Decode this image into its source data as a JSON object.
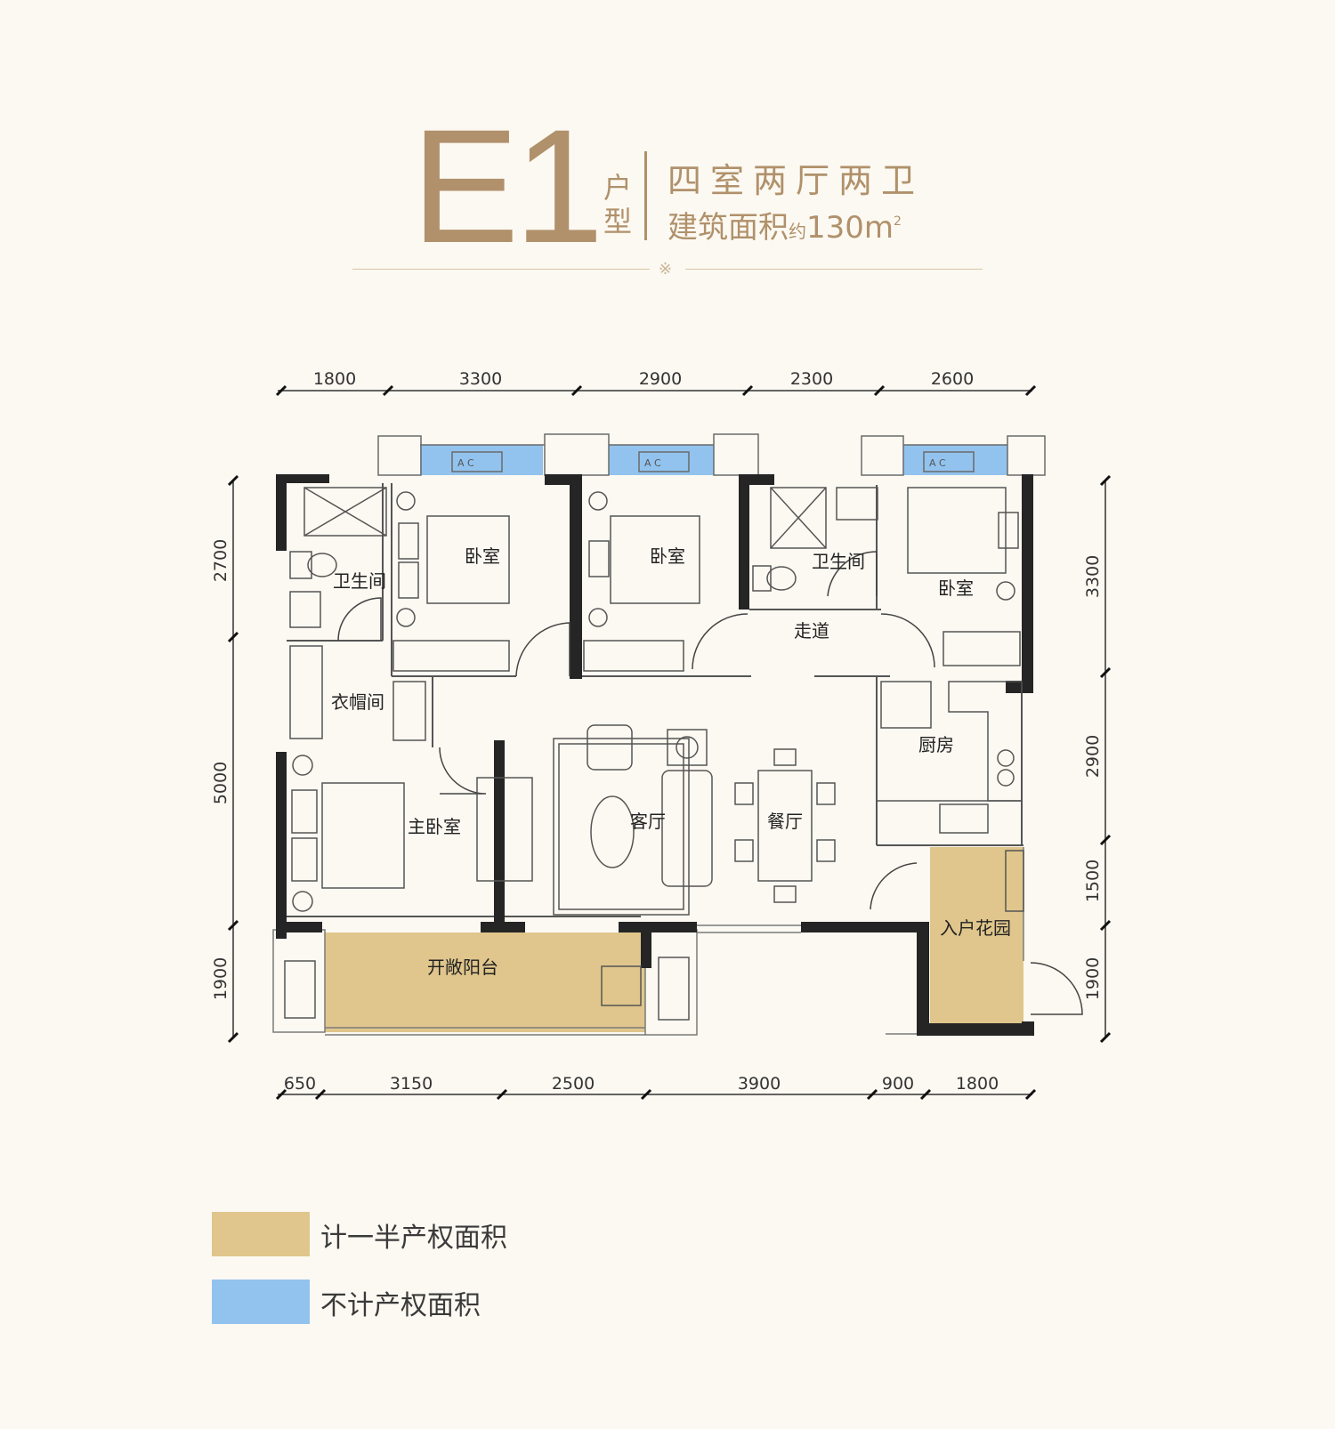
{
  "header": {
    "code": "E1",
    "type_label": "户型",
    "layout": "四室两厅两卫",
    "area_label": "建筑面积",
    "area_approx": "约",
    "area_value": "130m",
    "area_unit_sup": "2",
    "divider_glyph": "※"
  },
  "dimensions": {
    "top": [
      "1800",
      "3300",
      "2900",
      "2300",
      "2600"
    ],
    "bottom": [
      "650",
      "3150",
      "2500",
      "3900",
      "900",
      "1800"
    ],
    "left": [
      "2700",
      "5000",
      "1900"
    ],
    "right": [
      "3300",
      "2900",
      "1500",
      "1900"
    ]
  },
  "rooms": {
    "bathroom_left": "卫生间",
    "bedroom_1": "卧室",
    "bedroom_2": "卧室",
    "bathroom_right": "卫生间",
    "bedroom_3": "卧室",
    "corridor": "走道",
    "closet": "衣帽间",
    "master_bedroom": "主卧室",
    "living_room": "客厅",
    "dining_room": "餐厅",
    "kitchen": "厨房",
    "entry_garden": "入户花园",
    "balcony": "开敞阳台"
  },
  "window_tag": "A  C",
  "legend": [
    {
      "color": "#e0c68c",
      "label": "计一半产权面积"
    },
    {
      "color": "#92c3ee",
      "label": "不计产权面积"
    }
  ],
  "colors": {
    "accent": "#b0916b",
    "wall": "#252525",
    "half_area": "#e0c68c",
    "excluded_area": "#92c3ee"
  }
}
